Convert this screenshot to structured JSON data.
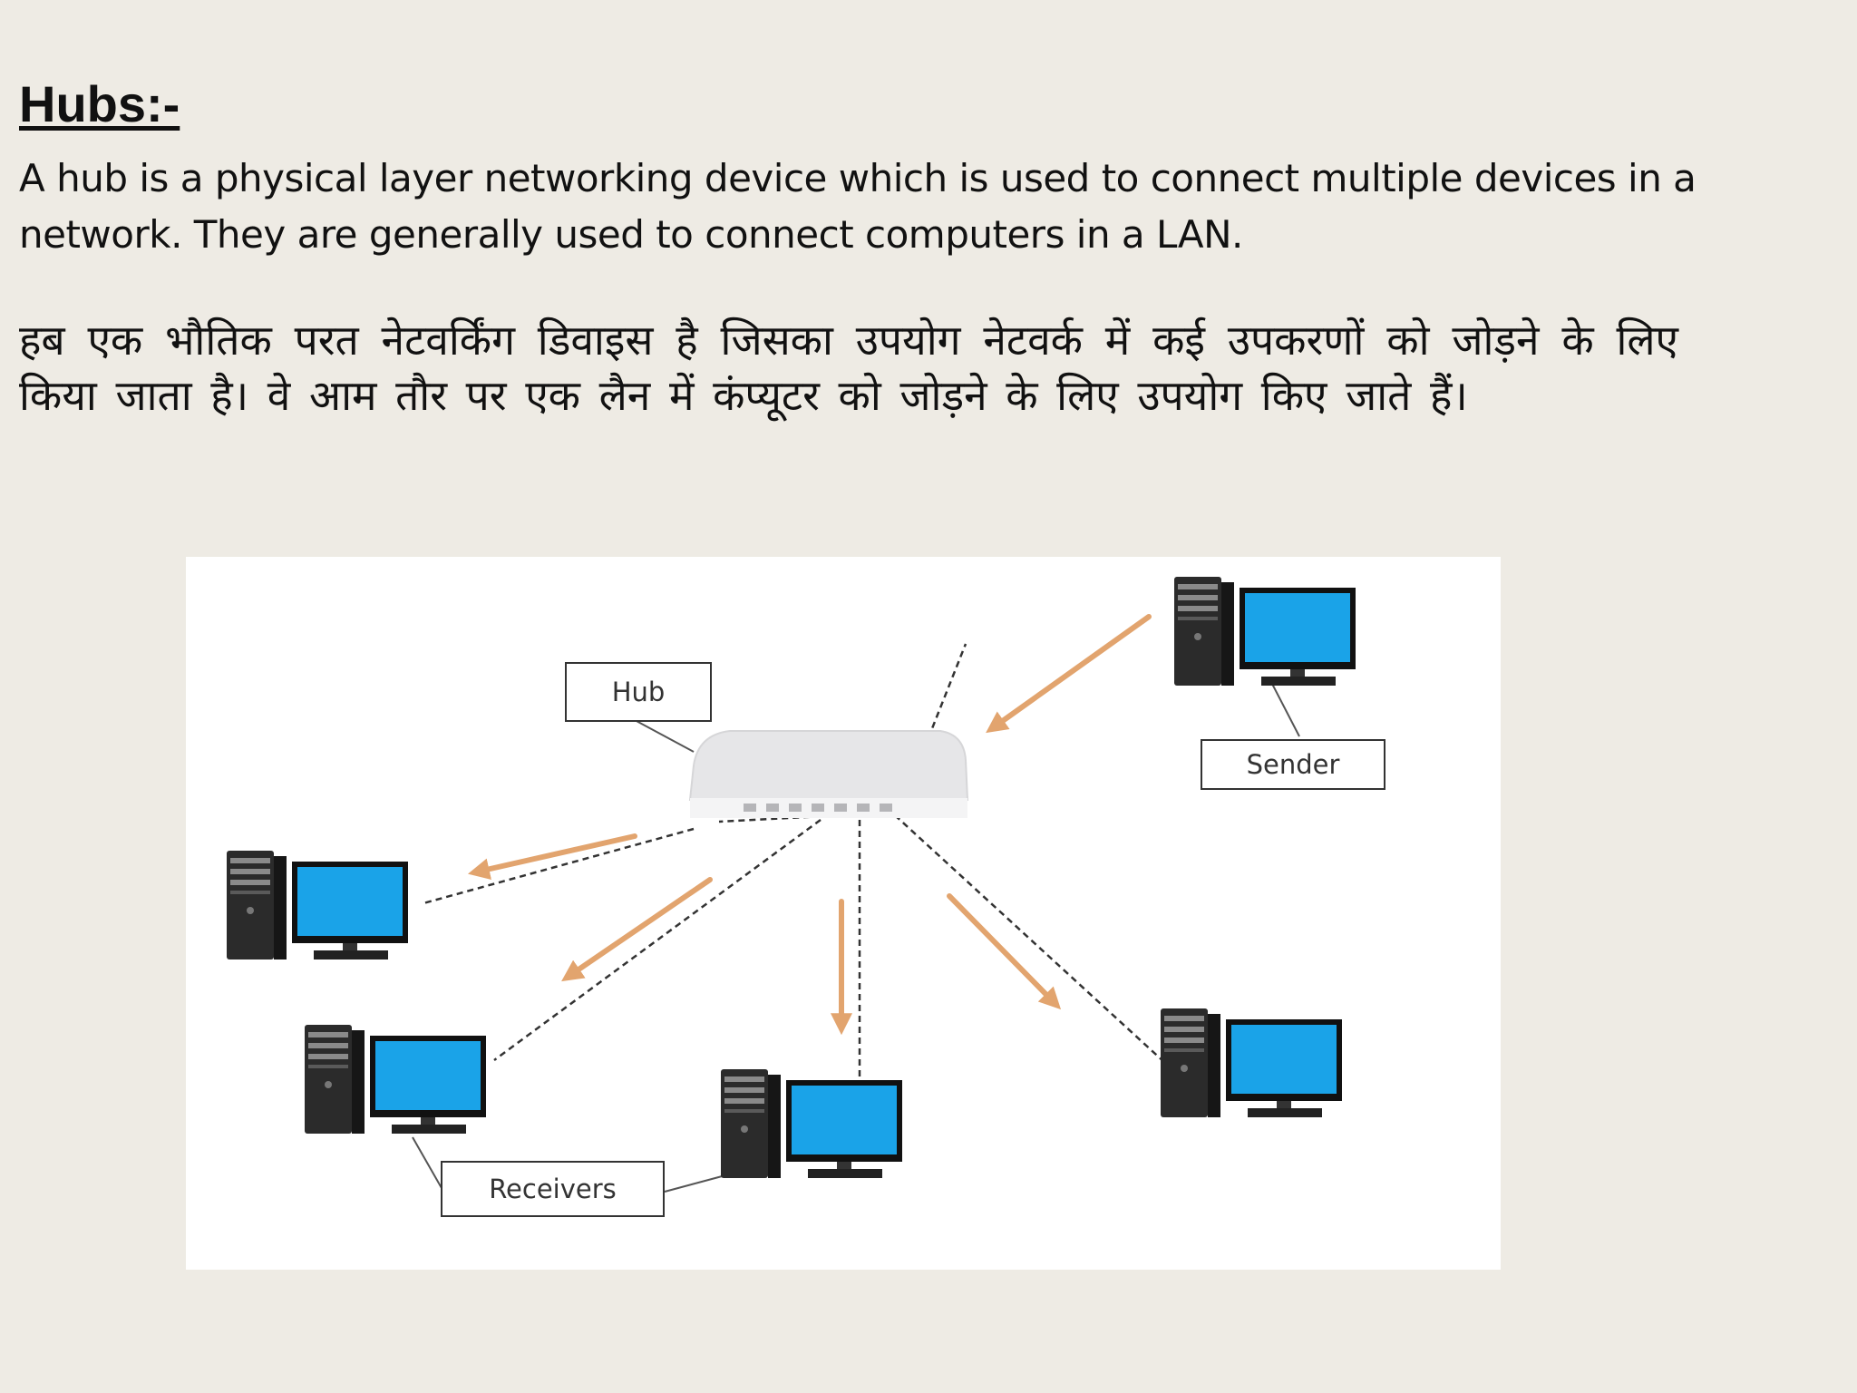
{
  "slide": {
    "title": "Hubs:-",
    "english_text": "A hub is a physical layer networking device which is used to connect multiple devices in a network. They are generally used to connect computers in a LAN.",
    "hindi_text": "हब एक भौतिक परत नेटवर्किंग डिवाइस है जिसका उपयोग नेटवर्क में कई उपकरणों को जोड़ने के लिए किया जाता है। वे आम तौर पर एक लैन में कंप्यूटर को जोड़ने के लिए उपयोग किए जाते हैं।"
  },
  "diagram": {
    "labels": {
      "hub": "Hub",
      "sender": "Sender",
      "receivers": "Receivers"
    },
    "colors": {
      "arrow": "#e2a46e",
      "monitor_screen": "#1aa3e8",
      "tower": "#2b2b2b",
      "hub_body": "#e6e6e8",
      "dashed_line": "#333333"
    }
  }
}
